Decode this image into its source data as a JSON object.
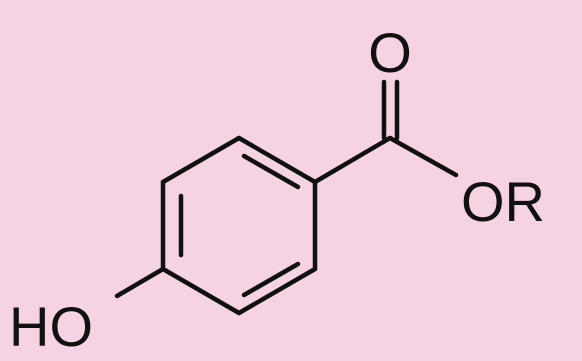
{
  "diagram": {
    "labels": {
      "carbonyl_oxygen": "O",
      "ester_group": "OR",
      "hydroxyl_group": "HO"
    },
    "colors": {
      "background": "#f6d3e2",
      "ink": "#111111"
    }
  }
}
